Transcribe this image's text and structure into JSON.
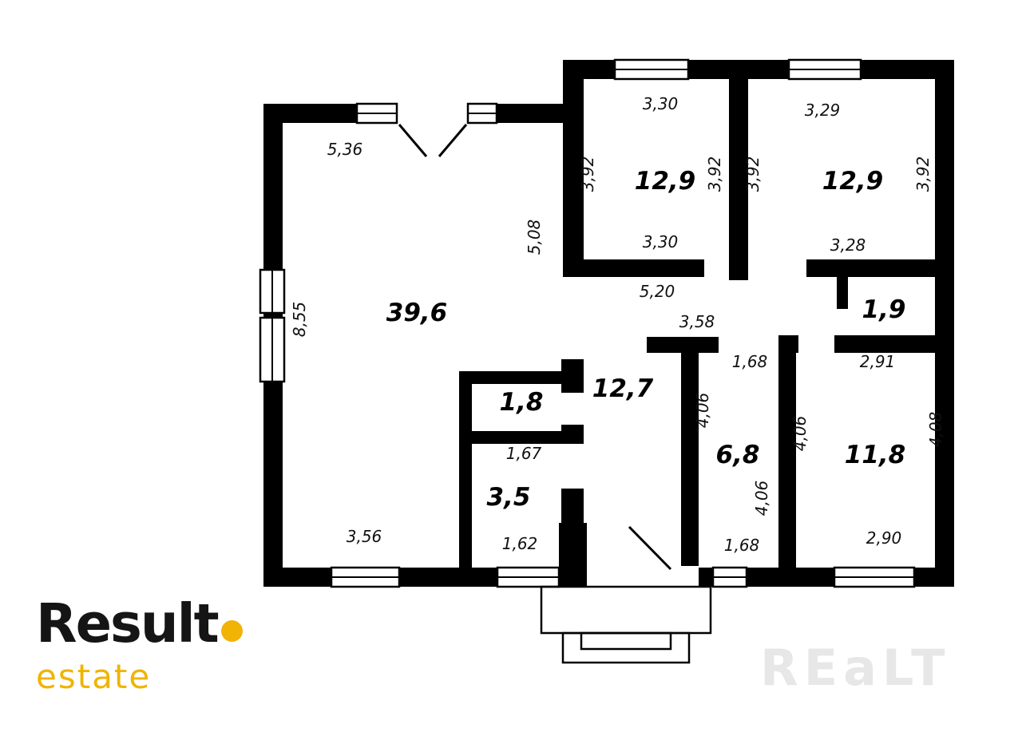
{
  "logo": {
    "brand": "Result",
    "sub": "estate"
  },
  "watermark": "REaLT",
  "colors": {
    "wall": "#000000",
    "accent": "#F2B307",
    "watermark": "#E7E7E7"
  },
  "rooms": {
    "living": "39,6",
    "bed1": "12,9",
    "bed2": "12,9",
    "hall": "12,7",
    "bath": "6,8",
    "room118": "11,8",
    "wc": "1,8",
    "pantry": "3,5",
    "closet": "1,9"
  },
  "dims": {
    "living_top": "5,36",
    "living_left": "8,55",
    "living_bottom": "3,56",
    "living_right": "5,08",
    "bed1_top": "3,30",
    "bed1_bottom": "3,30",
    "bed1_left": "3,92",
    "bed1_right": "3,92",
    "bed2_top": "3,29",
    "bed2_bottom": "3,28",
    "bed2_left": "3,92",
    "bed2_right": "3,92",
    "corridor_width": "5,20",
    "hall_niche": "3,58",
    "bath_top": "1,68",
    "bath_bottom": "1,68",
    "bath_left": "4,06",
    "bath_right": "4,06",
    "room118_top": "2,91",
    "room118_bottom": "2,90",
    "room118_left": "4,06",
    "room118_right": "4,08",
    "wc_width": "1,67",
    "pantry_width": "1,62"
  }
}
